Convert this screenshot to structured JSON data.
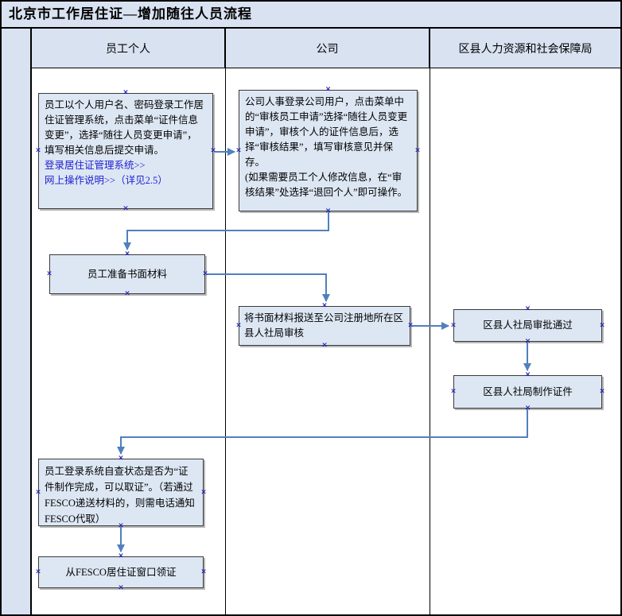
{
  "title": "北京市工作居住证—增加随往人员流程",
  "lanes": [
    {
      "label": "员工个人"
    },
    {
      "label": "公司"
    },
    {
      "label": "区县人力资源和社会保障局"
    }
  ],
  "boxes": {
    "emp_apply": {
      "text": "员工以个人用户名、密码登录工作居住证管理系统，点击菜单“证件信息变更”，选择“随往人员变更申请”，填写相关信息后提交申请。",
      "link_login": "登录居住证管理系统>>",
      "link_guide": "网上操作说明>>（详见2.5）"
    },
    "company_review": {
      "line1": "公司人事登录公司用户，点击菜单中的“审核员工申请”选择“随往人员变更申请”，审核个人的证件信息后，选择“审核结果”，填写审核意见并保存。",
      "line2": "(如果需要员工个人修改信息，在“审核结果”处选择“退回个人”即可操作。"
    },
    "prepare": {
      "text": "员工准备书面材料"
    },
    "submit": {
      "text": "将书面材料报送至公司注册地所在区县人社局审核"
    },
    "approve": {
      "text": "区县人社局审批通过"
    },
    "make_cert": {
      "text": "区县人社局制作证件"
    },
    "self_check": {
      "text": "员工登录系统自查状态是否为“证件制作完成，可以取证”。（若通过FESCO递送材料的，则需电话通知FESCO代取）"
    },
    "fesco_pickup": {
      "text": "从FESCO居住证窗口领证"
    }
  },
  "colors": {
    "lane_bg": "#d9e2f1",
    "box_fill": "#dde7f4",
    "arrow": "#4f81bd",
    "link": "#2121cc",
    "connection_point": "#2020b8"
  }
}
